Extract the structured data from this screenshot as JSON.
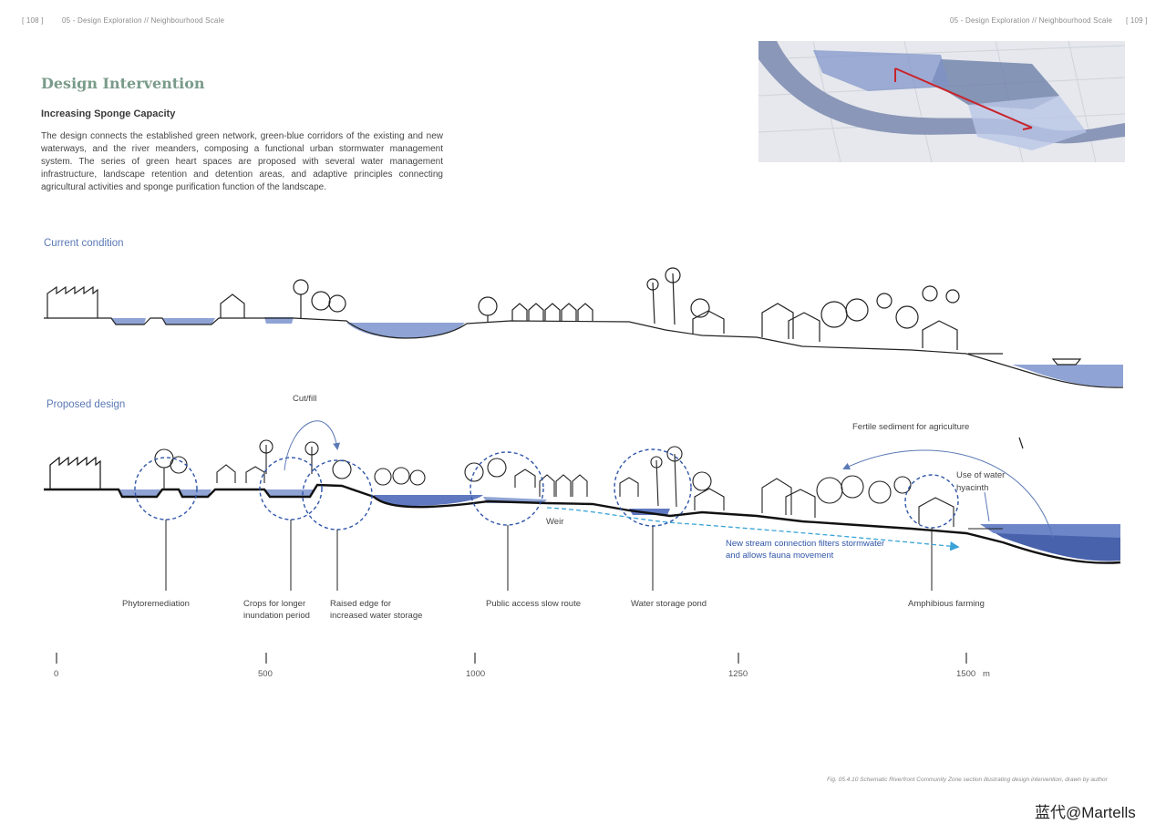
{
  "header": {
    "left_page": "[ 108 ]",
    "left_title": "05 - Design Exploration // Neighbourhood Scale",
    "right_title": "05 - Design Exploration // Neighbourhood Scale",
    "right_page": "[ 109 ]"
  },
  "title": "Design Intervention",
  "subtitle": "Increasing Sponge Capacity",
  "body": "The design connects the established green network, green-blue corridors of the existing and new waterways, and the river meanders, composing a functional urban stormwater management system.  The series of green heart spaces are proposed with several water management infrastructure, landscape retention and detention areas, and adaptive principles connecting agricultural activities and sponge purification function of the landscape.",
  "sections": {
    "current": "Current condition",
    "proposed": "Proposed design"
  },
  "annotations": {
    "cut_fill": "Cut/fill",
    "fertile": "Fertile sediment for agriculture",
    "hyacinth_1": "Use of water",
    "hyacinth_2": "hyacinth",
    "weir": "Weir",
    "stream_1": "New stream connection filters stormwater",
    "stream_2": "and allows fauna movement"
  },
  "callouts": {
    "phyto": "Phytoremediation",
    "crops_1": "Crops for longer",
    "crops_2": "inundation period",
    "raised_1": "Raised edge for",
    "raised_2": "increased water storage",
    "public": "Public access slow route",
    "pond": "Water storage pond",
    "amphibious": "Amphibious farming"
  },
  "scale": {
    "ticks": [
      "0",
      "500",
      "1000",
      "1250",
      "1500"
    ],
    "unit": "m"
  },
  "caption": "Fig. 05.4.10 Schematic Riverfront Community Zone section illustrating design intervention, drawn by author",
  "watermark": "蓝代@Martells",
  "colors": {
    "water": "#8fa3d4",
    "water_dark": "#4f68b0",
    "accent_blue": "#2f55a8",
    "title_green": "#7a9b8a",
    "route_red": "#c8242b"
  }
}
